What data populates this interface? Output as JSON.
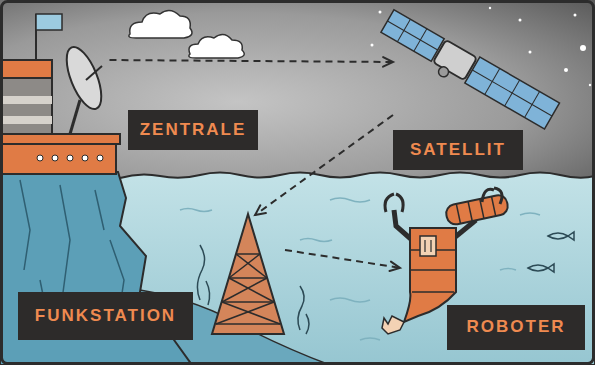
{
  "diagram": {
    "nodes": [
      {
        "text": [
          "ZENTRALE"
        ]
      },
      {
        "text": [
          "SATELLIT"
        ]
      },
      {
        "text": [
          "FUNKSTATION"
        ]
      },
      {
        "text": [
          "ROBOTER"
        ]
      }
    ],
    "edges": [
      {
        "from": 0,
        "to": 1,
        "arrow": "to"
      },
      {
        "from": 1,
        "to": 2,
        "arrow": "to"
      },
      {
        "from": 2,
        "to": 3,
        "arrow": "to"
      }
    ]
  }
}
